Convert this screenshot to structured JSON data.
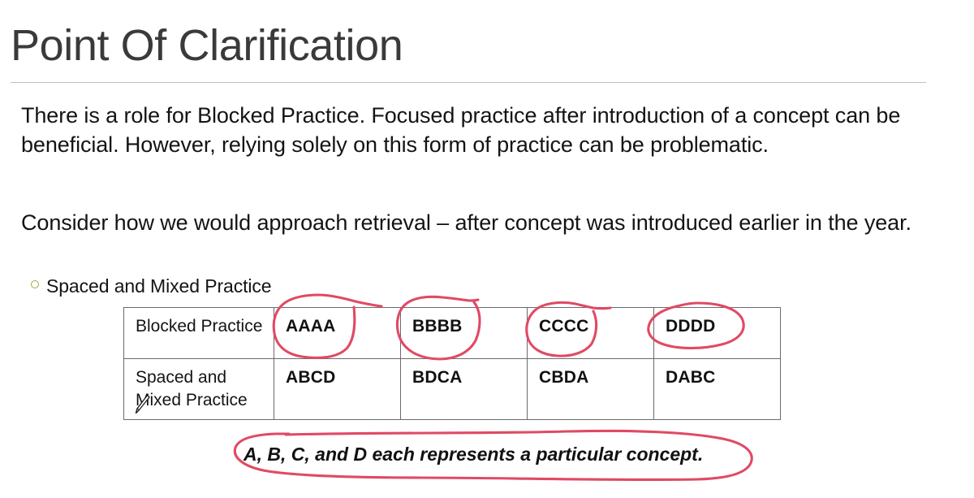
{
  "slide": {
    "title": "Point Of Clarification",
    "background_color": "#ffffff",
    "rule_color": "#bfbfbf",
    "text_color": "#141414"
  },
  "body": {
    "paragraph_1": "There is a role for Blocked Practice. Focused practice after introduction of a concept can be beneficial. However, relying solely on this form of practice can be problematic.",
    "paragraph_2": "Consider how we would approach retrieval – after concept was introduced earlier in the year."
  },
  "bullets": [
    {
      "marker": "hollow-circle-bullet-icon",
      "marker_color": "#9aad3a",
      "label": "Spaced and Mixed Practice"
    }
  ],
  "table": {
    "border_color": "#6b6b6b",
    "rows": [
      {
        "label": "Blocked Practice",
        "cells": [
          "AAAA",
          "BBBB",
          "CCCC",
          "DDDD"
        ]
      },
      {
        "label": "Spaced and Mixed Practice",
        "cells": [
          "ABCD",
          "BDCA",
          "CBDA",
          "DABC"
        ]
      }
    ]
  },
  "caption": {
    "text": "A, B, C, and D each represents a particular concept."
  },
  "annotations": {
    "ink_color": "#e04a63",
    "marks": [
      {
        "name": "circle-around-aaaa",
        "target": "AAAA"
      },
      {
        "name": "circle-around-bbbb",
        "target": "BBBB"
      },
      {
        "name": "circle-around-cccc",
        "target": "CCCC"
      },
      {
        "name": "circle-around-dddd",
        "target": "DDDD"
      },
      {
        "name": "ellipse-around-caption",
        "target": "A, B, C, and D each represents a particular concept."
      }
    ]
  },
  "cursor": {
    "name": "pen-cursor-icon"
  }
}
